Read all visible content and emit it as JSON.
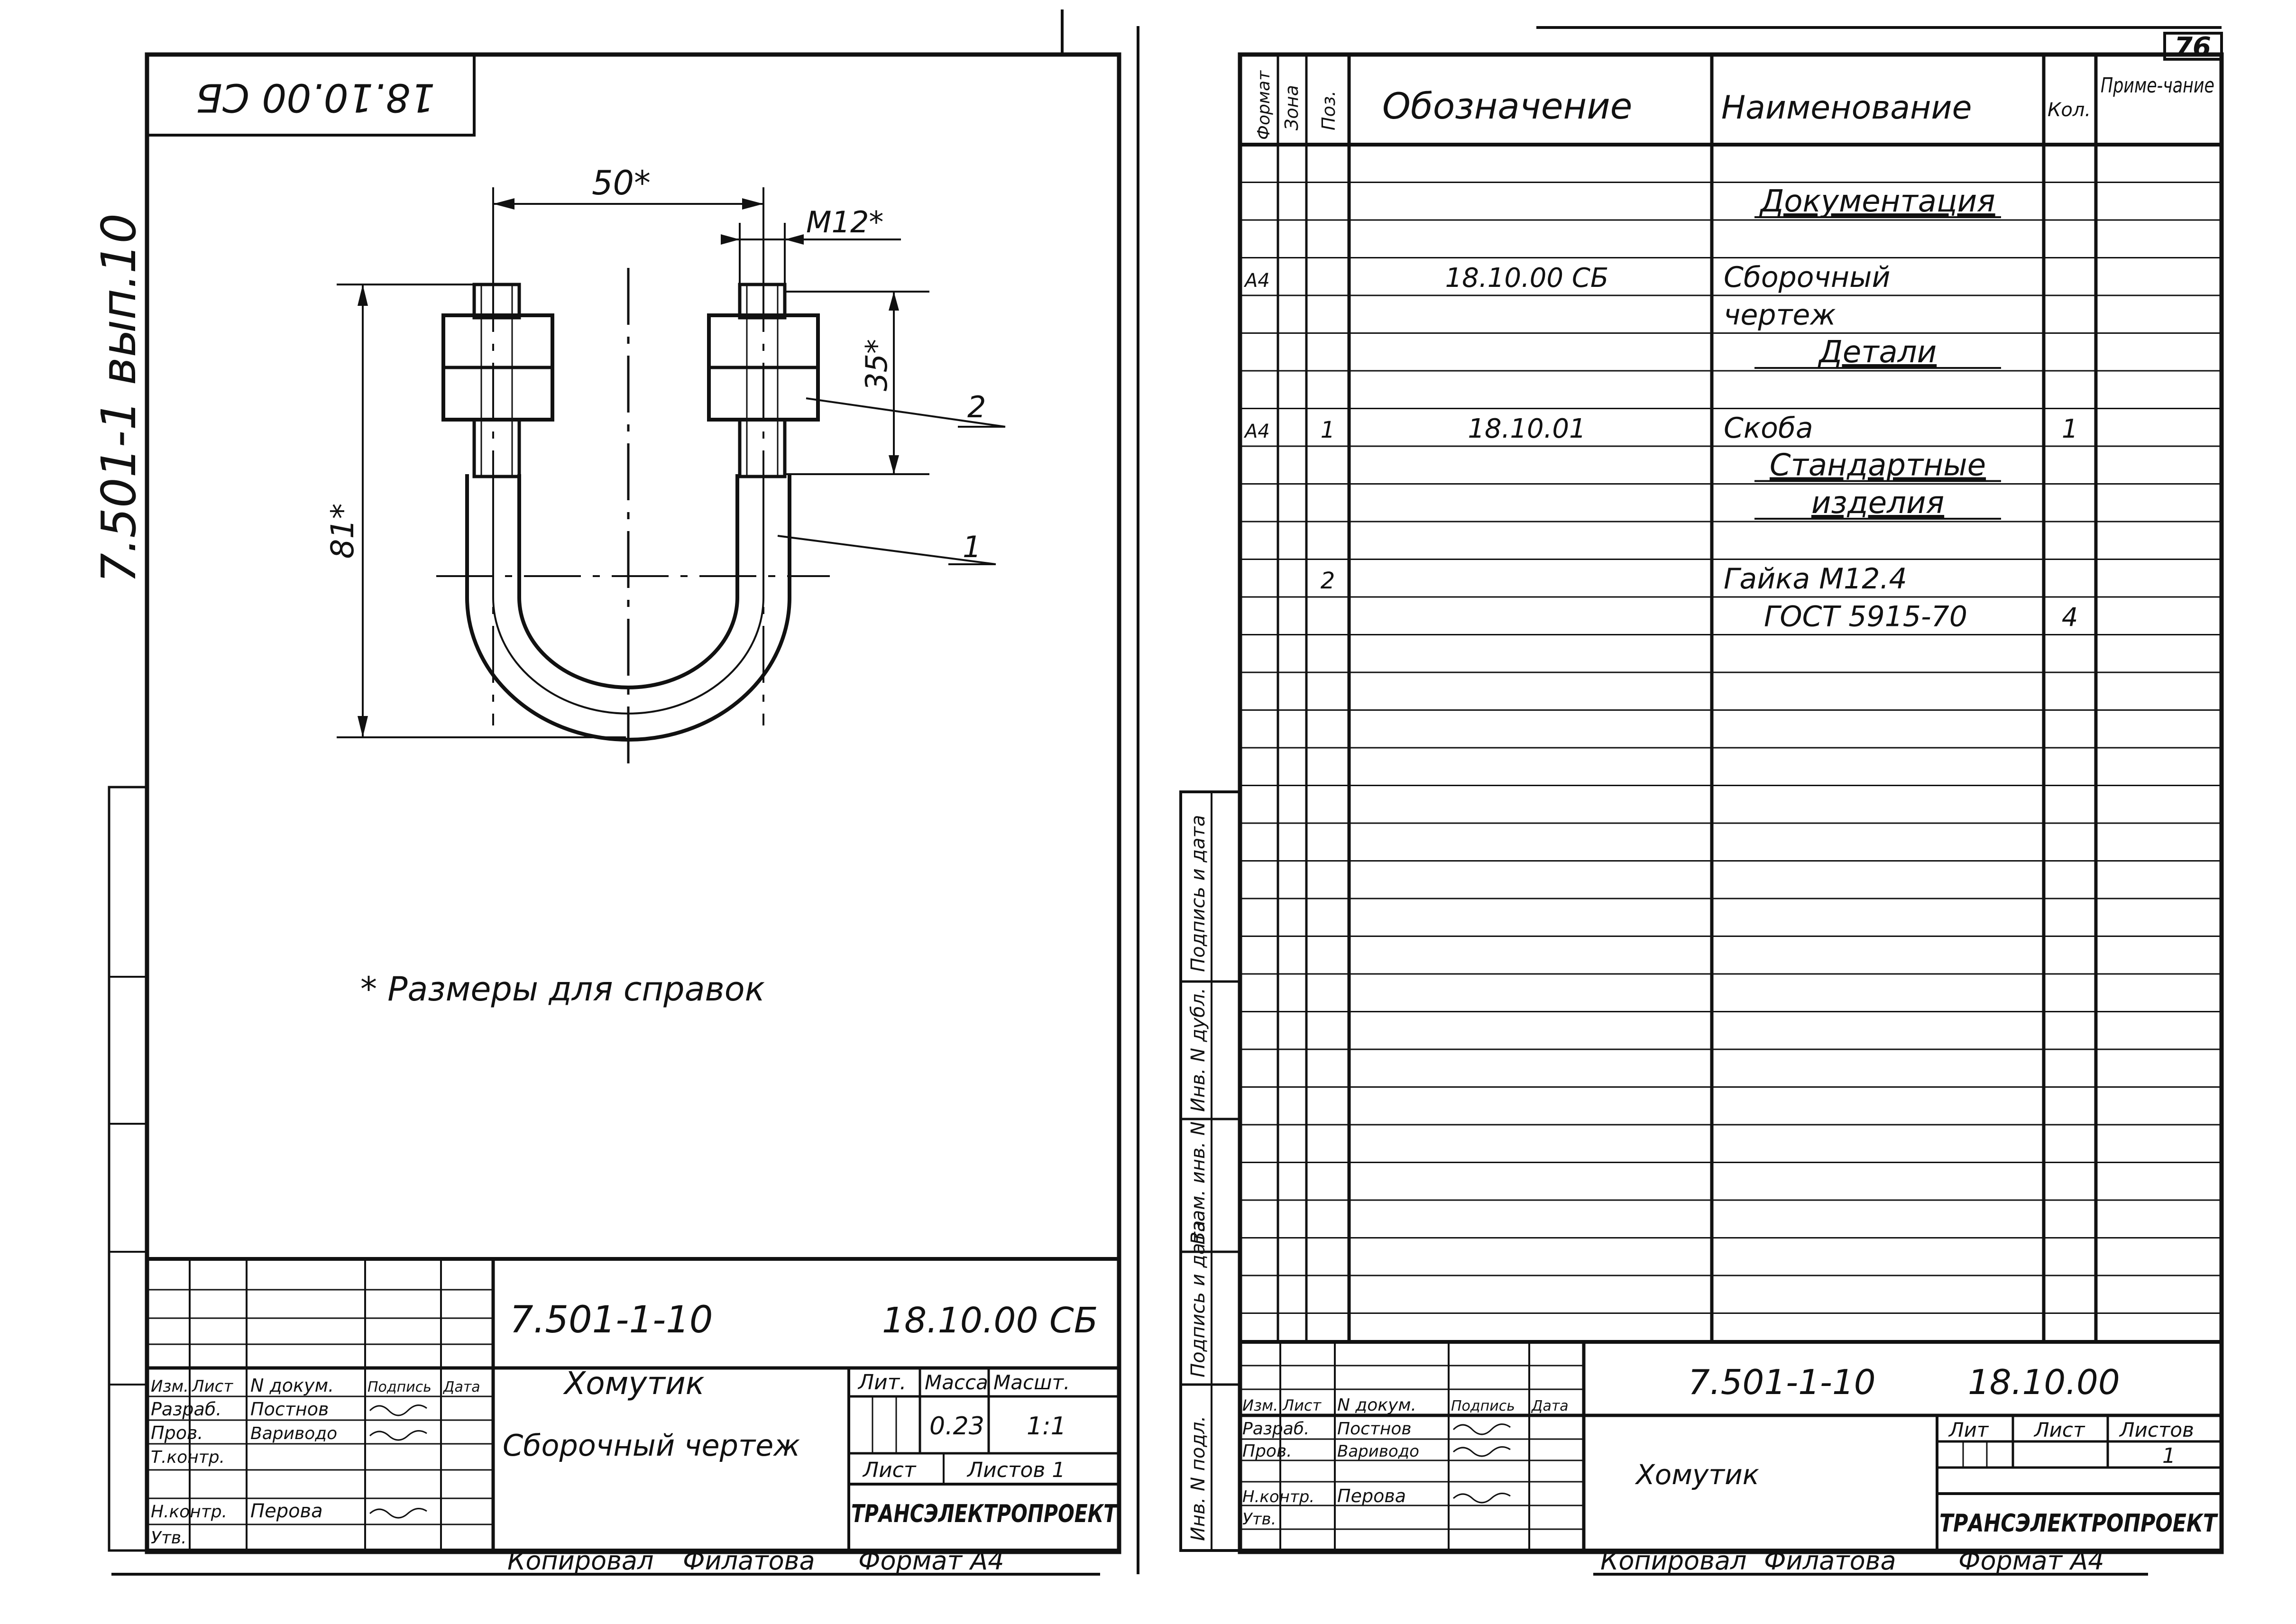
{
  "page_number": "76",
  "left_sheet": {
    "margin_code": "7.501-1 вып.10",
    "rotated_code": "18.10.00 СБ",
    "dimensions": {
      "width": "50*",
      "thread": "M12*",
      "nut_height": "35*",
      "height": "81*"
    },
    "leaders": [
      "2",
      "1"
    ],
    "note": "* Размеры для справок",
    "title_block": {
      "doc_code": "7.501-1-10",
      "designation": "18.10.00 СБ",
      "title": "Хомутик",
      "subtitle": "Сборочный чертеж",
      "col_headers": [
        "Изм.",
        "Лист",
        "N докум.",
        "Подпись",
        "Дата"
      ],
      "roles": [
        {
          "role": "Разраб.",
          "name": "Постнов"
        },
        {
          "role": "Пров.",
          "name": "Вариводо"
        },
        {
          "role": "Т.контр.",
          "name": ""
        },
        {
          "role": "",
          "name": ""
        },
        {
          "role": "Н.контр.",
          "name": "Перова"
        },
        {
          "role": "Утв.",
          "name": ""
        }
      ],
      "lit_header": "Лит.",
      "mass_header": "Масса",
      "scale_header": "Масшт.",
      "mass": "0.23",
      "scale": "1:1",
      "sheet_label": "Лист",
      "sheets_label": "Листов 1",
      "org": "ТРАНСЭЛЕКТРОПРОЕКТ"
    },
    "footer": {
      "copied": "Копировал",
      "copier": "Филатова",
      "format": "Формат А4"
    }
  },
  "right_sheet": {
    "headers": {
      "format": "Формат",
      "zone": "Зона",
      "pos": "Поз.",
      "designation": "Обозначение",
      "name": "Наименование",
      "qty": "Кол.",
      "note": "Приме-чание"
    },
    "rows": [
      {
        "format": "",
        "pos": "",
        "designation": "",
        "name": "Документация",
        "qty": "",
        "section": true
      },
      {
        "format": "А4",
        "pos": "",
        "designation": "18.10.00 СБ",
        "name": "Сборочный",
        "qty": "",
        "section": false
      },
      {
        "format": "",
        "pos": "",
        "designation": "",
        "name": "чертеж",
        "qty": "",
        "section": false
      },
      {
        "format": "",
        "pos": "",
        "designation": "",
        "name": "Детали",
        "qty": "",
        "section": true
      },
      {
        "format": "",
        "pos": "",
        "designation": "",
        "name": "",
        "qty": "",
        "section": false
      },
      {
        "format": "А4",
        "pos": "1",
        "designation": "18.10.01",
        "name": "Скоба",
        "qty": "1",
        "section": false
      },
      {
        "format": "",
        "pos": "",
        "designation": "",
        "name": "Стандартные",
        "qty": "",
        "section": true
      },
      {
        "format": "",
        "pos": "",
        "designation": "",
        "name": "изделия",
        "qty": "",
        "section": true
      },
      {
        "format": "",
        "pos": "",
        "designation": "",
        "name": "",
        "qty": "",
        "section": false
      },
      {
        "format": "",
        "pos": "2",
        "designation": "",
        "name": "Гайка М12.4",
        "qty": "",
        "section": false
      },
      {
        "format": "",
        "pos": "",
        "designation": "",
        "name": "ГОСТ 5915-70",
        "qty": "4",
        "section": false
      }
    ],
    "side_labels": [
      "Инв. N подл.",
      "Подпись и дата",
      "Взам. инв. N",
      "Инв. N дубл.",
      "Подпись и дата"
    ],
    "title_block": {
      "doc_code": "7.501-1-10",
      "designation": "18.10.00",
      "title": "Хомутик",
      "col_headers": [
        "Изм.",
        "Лист",
        "N докум.",
        "Подпись",
        "Дата"
      ],
      "roles": [
        {
          "role": "Разраб.",
          "name": "Постнов"
        },
        {
          "role": "Пров.",
          "name": "Вариводо"
        },
        {
          "role": "",
          "name": ""
        },
        {
          "role": "",
          "name": ""
        },
        {
          "role": "Н.контр.",
          "name": "Перова"
        },
        {
          "role": "Утв.",
          "name": ""
        }
      ],
      "lit_header": "Лит",
      "sheet_header": "Лист",
      "sheets_header": "Листов",
      "sheets": "1",
      "org": "ТРАНСЭЛЕКТРОПРОЕКТ"
    },
    "footer": {
      "copied": "Копировал",
      "copier": "Филатова",
      "format": "Формат А4"
    }
  }
}
